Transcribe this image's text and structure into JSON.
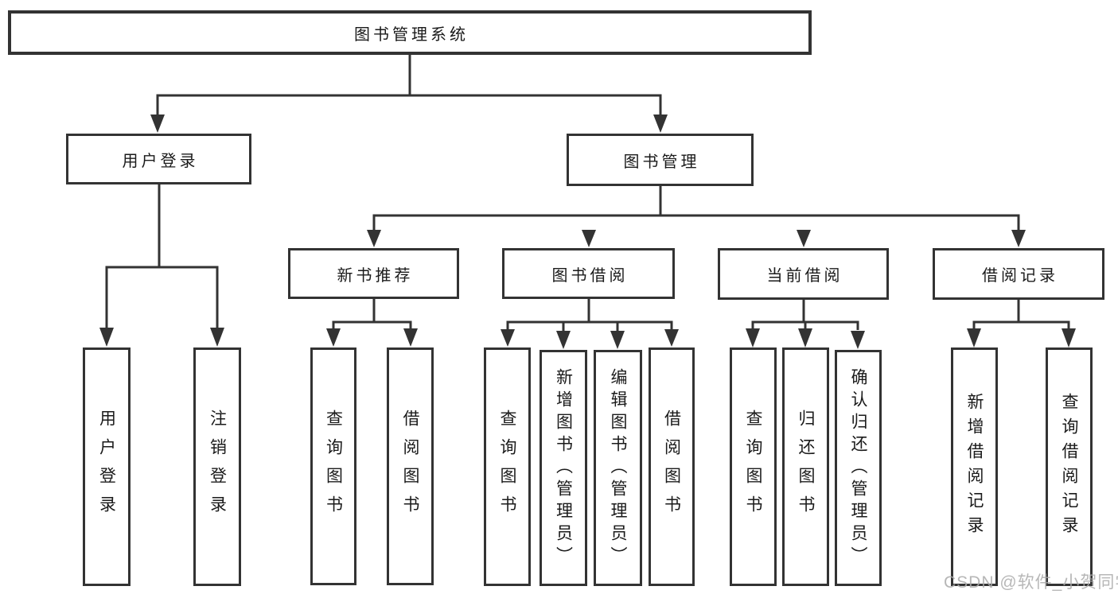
{
  "colors": {
    "line": "#333333",
    "text": "#1a1a1a",
    "background": "#ffffff",
    "watermark": "#ababab"
  },
  "tree": {
    "label": "图书管理系统",
    "children": [
      {
        "label": "用户登录",
        "children": [
          {
            "label": "用户登录"
          },
          {
            "label": "注销登录"
          }
        ]
      },
      {
        "label": "图书管理",
        "children": [
          {
            "label": "新书推荐",
            "children": [
              {
                "label": "查询图书"
              },
              {
                "label": "借阅图书"
              }
            ]
          },
          {
            "label": "图书借阅",
            "children": [
              {
                "label": "查询图书"
              },
              {
                "label": "新增图书（管理员）"
              },
              {
                "label": "编辑图书（管理员）"
              },
              {
                "label": "借阅图书"
              }
            ]
          },
          {
            "label": "当前借阅",
            "children": [
              {
                "label": "查询图书"
              },
              {
                "label": "归还图书"
              },
              {
                "label": "确认归还（管理员）"
              }
            ]
          },
          {
            "label": "借阅记录",
            "children": [
              {
                "label": "新增借阅记录"
              },
              {
                "label": "查询借阅记录"
              }
            ]
          }
        ]
      }
    ]
  },
  "watermark": {
    "text": "CSDN @软件_小贺同学"
  }
}
